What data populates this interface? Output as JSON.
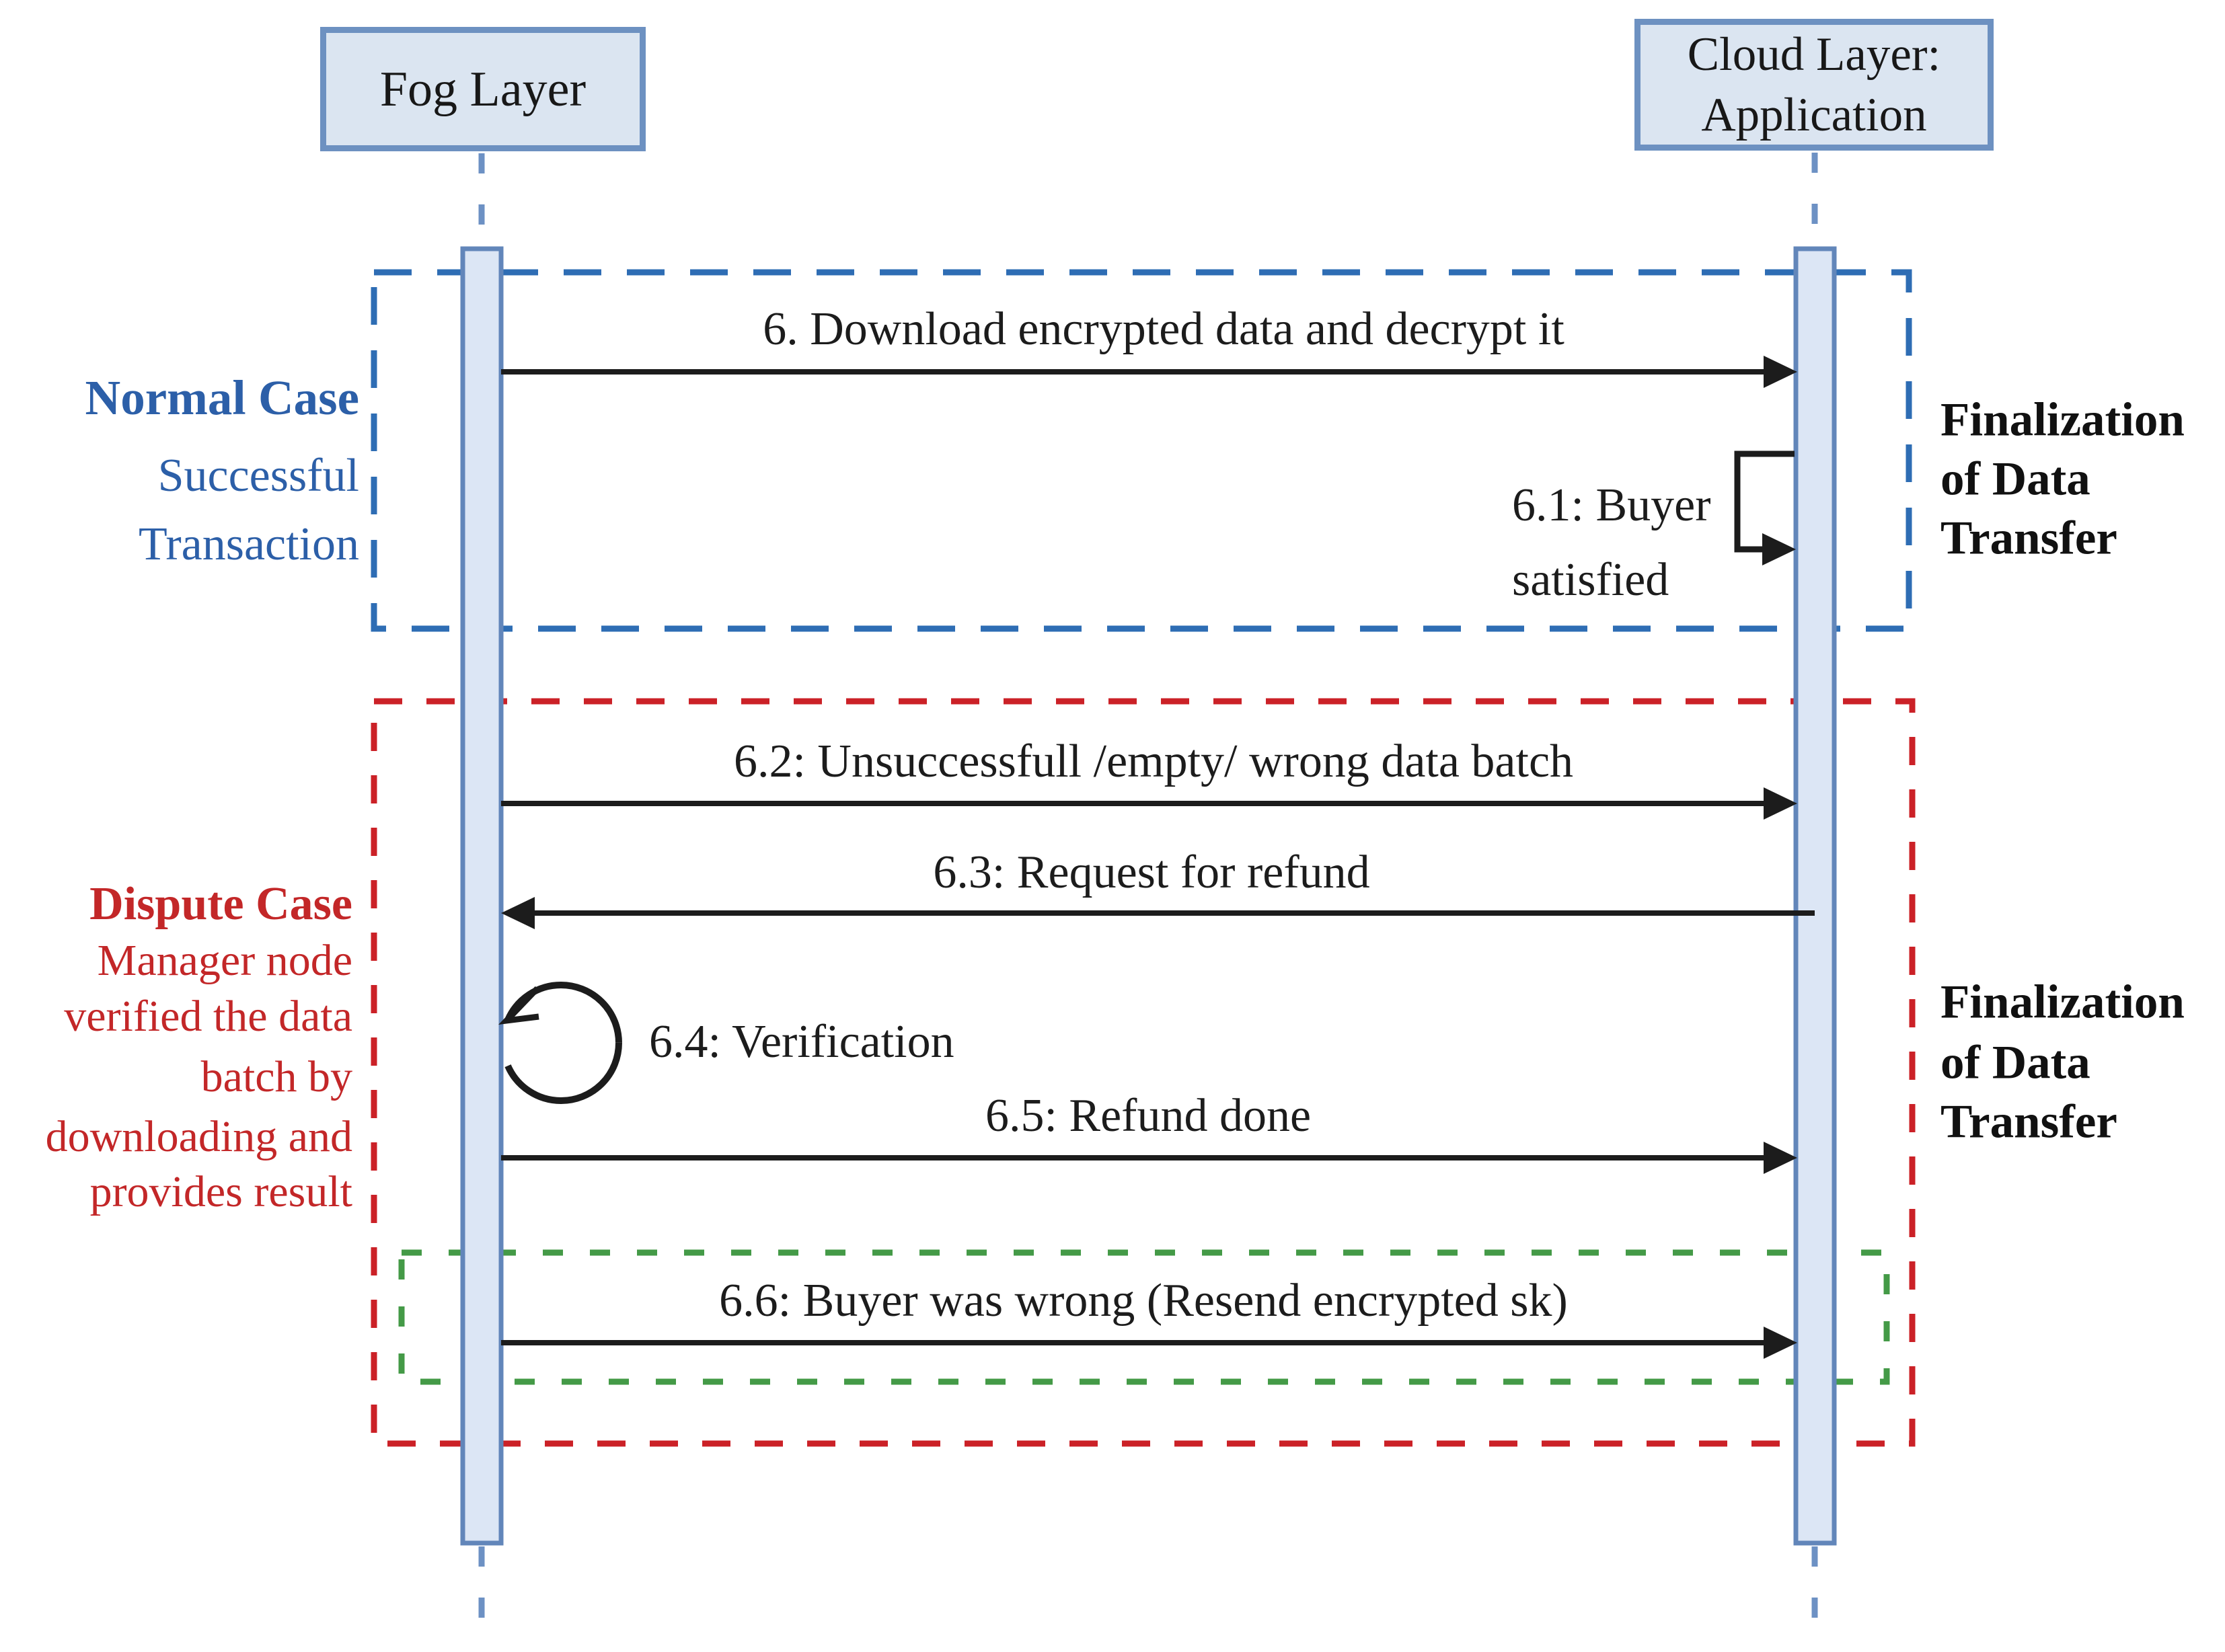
{
  "diagram": {
    "participants": [
      {
        "name": "fog",
        "lines": [
          "Fog Layer"
        ]
      },
      {
        "name": "cloud",
        "lines": [
          "Cloud Layer:",
          "Application"
        ]
      }
    ],
    "frames": [
      {
        "name": "normal-case",
        "border_color": "#2e6db4",
        "title": "Normal Case",
        "subtitle_lines": [
          "Successful",
          "Transaction"
        ],
        "note_lines": [
          "Finalization",
          "of Data",
          "Transfer"
        ]
      },
      {
        "name": "dispute-case",
        "border_color": "#cb2127",
        "title": "Dispute Case",
        "subtitle_lines": [
          "Manager node",
          "verified the data",
          "batch by",
          "downloading and",
          "provides result"
        ],
        "note_lines": [
          "Finalization",
          "of Data",
          "Transfer"
        ]
      },
      {
        "name": "buyer-wrong-frame",
        "border_color": "#449a47"
      }
    ],
    "messages": [
      {
        "label": "6. Download encrypted data and decrypt it",
        "from": "Fog Layer",
        "to": "Cloud Layer",
        "kind": "arrow"
      },
      {
        "lines": [
          "6.1: Buyer",
          "satisfied"
        ],
        "on": "Cloud Layer",
        "kind": "self-message"
      },
      {
        "label": "6.2: Unsuccessfull /empty/ wrong data batch",
        "from": "Fog Layer",
        "to": "Cloud Layer",
        "kind": "arrow"
      },
      {
        "label": "6.3: Request for refund",
        "from": "Cloud Layer",
        "to": "Fog Layer",
        "kind": "arrow"
      },
      {
        "label": "6.4: Verification",
        "on": "Fog Layer",
        "kind": "loop"
      },
      {
        "label": "6.5: Refund done",
        "from": "Fog Layer",
        "to": "Cloud Layer",
        "kind": "arrow"
      },
      {
        "label": "6.6: Buyer was wrong (Resend encrypted sk)",
        "from": "Fog Layer",
        "to": "Cloud Layer",
        "kind": "arrow"
      }
    ],
    "colors": {
      "frame_blue": "#2e6db4",
      "frame_red": "#cb2127",
      "frame_green": "#449a47",
      "label_blue": "#2c5fa8",
      "label_red": "#c32728",
      "lifeline_blue": "#6d91c4",
      "activation_fill": "#dce6f5",
      "activation_border": "#6286ba",
      "participant_fill": "#dbe5f1",
      "participant_border": "#6d91c1",
      "arrow_black": "#1c1c1c"
    }
  }
}
